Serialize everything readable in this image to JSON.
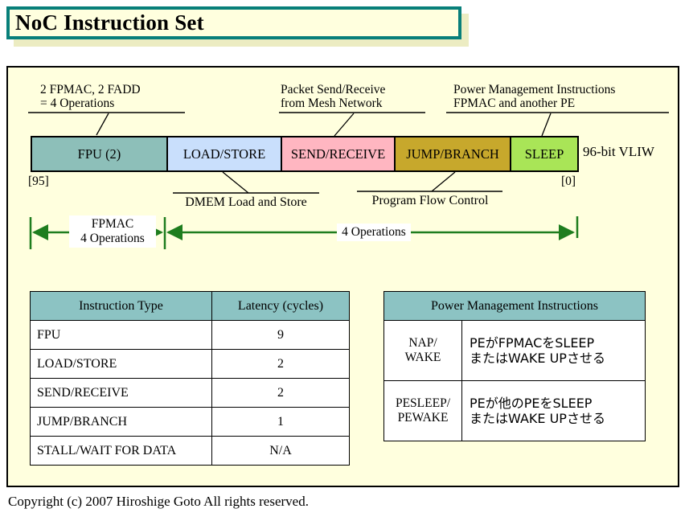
{
  "title": "NoC Instruction Set",
  "copyright": "Copyright (c) 2007 Hiroshige Goto All rights reserved.",
  "colors": {
    "slide_bg": "#FFFFDE",
    "title_border": "#087F7A",
    "title_shadow": "#ECECC2",
    "table_header": "#8CC3C3",
    "arrow_green": "#1E7D1E"
  },
  "diagram": {
    "callouts": [
      {
        "line1": "2 FPMAC, 2 FADD",
        "line2": "= 4 Operations"
      },
      {
        "line1": "Packet Send/Receive",
        "line2": "from Mesh Network"
      },
      {
        "line1": "Power Management Instructions",
        "line2": "FPMAC and another PE"
      }
    ],
    "fields": [
      {
        "label": "FPU (2)",
        "color": "#8DBFB9"
      },
      {
        "label": "LOAD/STORE",
        "color": "#C9DFFC"
      },
      {
        "label": "SEND/RECEIVE",
        "color": "#FFB6C1"
      },
      {
        "label": "JUMP/BRANCH",
        "color": "#C7A82C"
      },
      {
        "label": "SLEEP",
        "color": "#A9E557"
      }
    ],
    "bit_width_label": "96-bit VLIW",
    "bit_high": "[95]",
    "bit_low": "[0]",
    "dmem_label": "DMEM Load and Store",
    "program_label": "Program Flow Control",
    "fpmac_span": {
      "line1": "FPMAC",
      "line2": "4 Operations"
    },
    "ops_span": "4 Operations"
  },
  "latency_table": {
    "headers": [
      "Instruction Type",
      "Latency (cycles)"
    ],
    "rows": [
      {
        "type": "FPU",
        "latency": "9"
      },
      {
        "type": "LOAD/STORE",
        "latency": "2"
      },
      {
        "type": "SEND/RECEIVE",
        "latency": "2"
      },
      {
        "type": "JUMP/BRANCH",
        "latency": "1"
      },
      {
        "type": "STALL/WAIT FOR DATA",
        "latency": "N/A"
      }
    ]
  },
  "power_table": {
    "header": "Power Management Instructions",
    "rows": [
      {
        "name1": "NAP/",
        "name2": "WAKE",
        "desc1": "PEがFPMACをSLEEP",
        "desc2": "またはWAKE UPさせる"
      },
      {
        "name1": "PESLEEP/",
        "name2": "PEWAKE",
        "desc1": "PEが他のPEをSLEEP",
        "desc2": "またはWAKE UPさせる"
      }
    ]
  }
}
